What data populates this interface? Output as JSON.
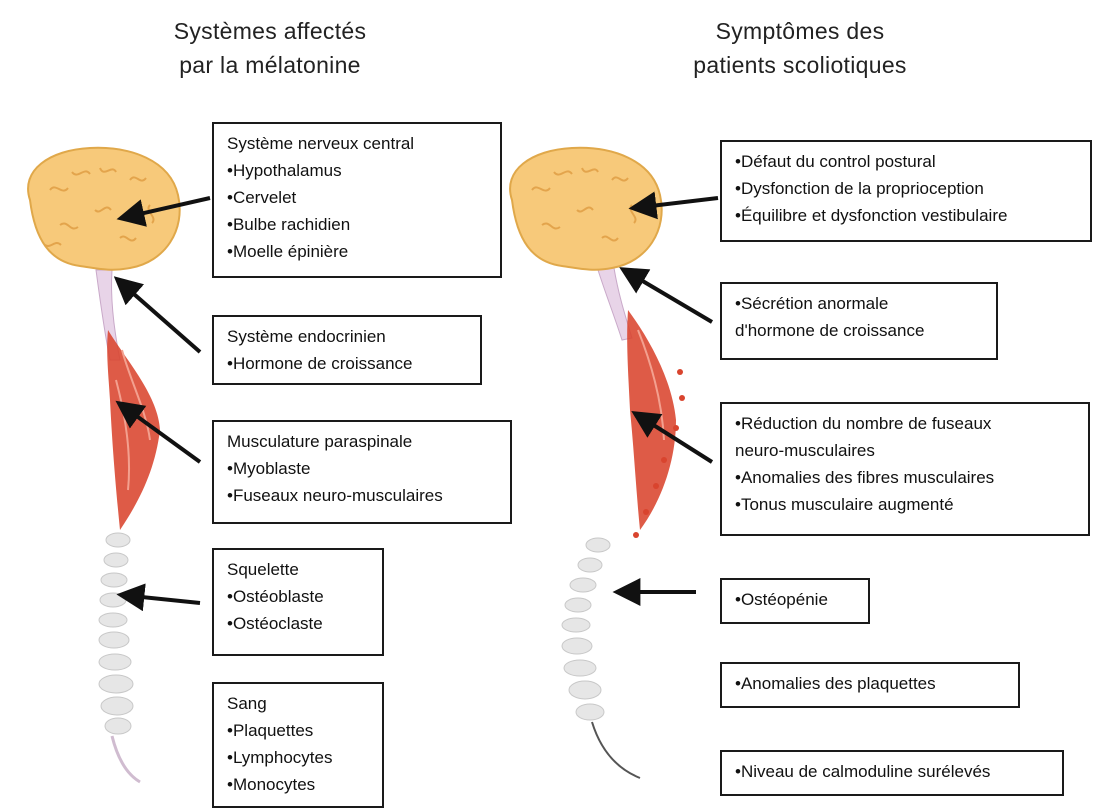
{
  "left_column": {
    "title_line1": "Systèmes affectés",
    "title_line2": "par la mélatonine",
    "boxes": [
      {
        "heading": "Système nerveux central",
        "items": [
          "•Hypothalamus",
          "•Cervelet",
          "•Bulbe rachidien",
          "•Moelle épinière"
        ]
      },
      {
        "heading": "Système endocrinien",
        "items": [
          "•Hormone de croissance"
        ]
      },
      {
        "heading": "Musculature paraspinale",
        "items": [
          "•Myoblaste",
          "•Fuseaux neuro-musculaires"
        ]
      },
      {
        "heading": "Squelette",
        "items": [
          "•Ostéoblaste",
          "•Ostéoclaste"
        ]
      },
      {
        "heading": "Sang",
        "items": [
          "•Plaquettes",
          "•Lymphocytes",
          "•Monocytes"
        ]
      }
    ]
  },
  "right_column": {
    "title_line1": "Symptômes des",
    "title_line2": "patients scoliotiques",
    "boxes": [
      {
        "items": [
          "•Défaut du control postural",
          "•Dysfonction de la proprioception",
          "•Équilibre et dysfonction vestibulaire"
        ]
      },
      {
        "items": [
          "•Sécrétion anormale",
          "d'hormone de croissance"
        ]
      },
      {
        "items": [
          "•Réduction du nombre de fuseaux",
          "neuro-musculaires",
          "•Anomalies des fibres musculaires",
          "•Tonus musculaire augmenté"
        ]
      },
      {
        "items": [
          "•Ostéopénie"
        ]
      },
      {
        "items": [
          "•Anomalies des plaquettes"
        ]
      },
      {
        "items": [
          "•Niveau de calmoduline surélevés"
        ]
      }
    ]
  },
  "colors": {
    "brain_fill": "#f7c97a",
    "brain_outline": "#e0a84a",
    "muscle": "#d9442e",
    "spine": "#d8d8d8",
    "arrow": "#111111",
    "box_border": "#1a1a1a"
  }
}
